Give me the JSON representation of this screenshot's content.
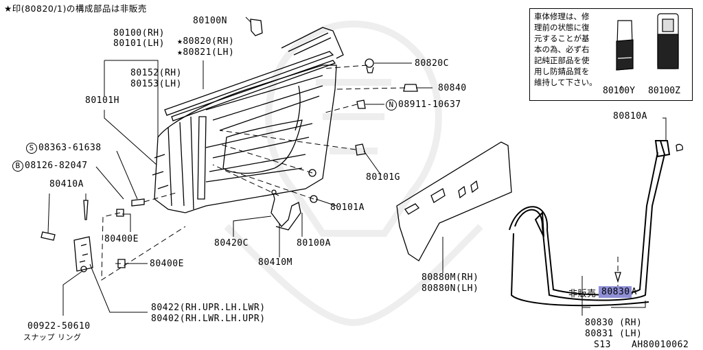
{
  "header_note": "★印(80820/1)の構成部品は非販売",
  "diagram_code": "AH80010062",
  "model": "S13",
  "info_box": {
    "text_lines": [
      "車体修理は、修",
      "理前の状態に復",
      "元することが基",
      "本の為、必ず右",
      "記純正部品を使",
      "用し防錆品質を",
      "維持して下さい。"
    ],
    "items": [
      "80100Y",
      "80100Z"
    ]
  },
  "labels": {
    "p80100N": "80100N",
    "p80100_rh": "80100(RH)",
    "p80101_lh": "80101(LH)",
    "p80820_rh": "★80820(RH)",
    "p80821_lh": "★80821(LH)",
    "p80152_rh": "80152(RH)",
    "p80153_lh": "80153(LH)",
    "p80101H": "80101H",
    "p80820C": "80820C",
    "p80840": "80840",
    "p08911": "08911-10637",
    "p08911_prefix": "N",
    "p08363": "08363-61638",
    "p08363_prefix": "S",
    "p08126": "08126-82047",
    "p08126_prefix": "B",
    "p80410A": "80410A",
    "p80101G": "80101G",
    "p80101A": "80101A",
    "p80400E_1": "80400E",
    "p80400E_2": "80400E",
    "p80420C": "80420C",
    "p80100A": "80100A",
    "p80410M": "80410M",
    "p80422": "80422(RH.UPR.LH.LWR)",
    "p80402": "80402(RH.LWR.LH.UPR)",
    "p00922": "00922-50610",
    "snap_ring": "スナップ リング",
    "p80880M_rh": "80880M(RH)",
    "p80880N_lh": "80880N(LH)",
    "p80810A": "80810A",
    "not_for_sale": "非販売",
    "p80830A_part": "80830",
    "p80830A_suffix": "A",
    "p80830_rh": "80830 (RH)",
    "p80831_lh": "80831 (LH)"
  }
}
